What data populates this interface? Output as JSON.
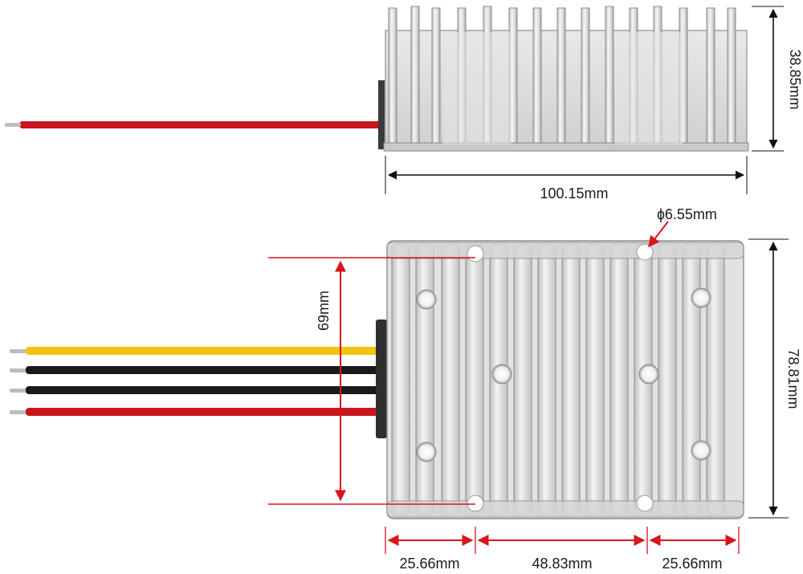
{
  "dimensions": {
    "side_height": "38.85mm",
    "side_length": "100.15mm",
    "hole_diameter": "ɸ6.55mm",
    "mount_spacing": "69mm",
    "top_width": "78.81mm",
    "left_offset": "25.66mm",
    "center_spacing": "48.83mm",
    "right_offset": "25.66mm"
  },
  "colors": {
    "wire_red": "#c8161d",
    "wire_yellow": "#f2c40f",
    "wire_black": "#1a1a1a",
    "dimension_red": "#d8141c",
    "dimension_black": "#111111",
    "aluminum_light": "#eeeeee",
    "aluminum_dark": "#9a9a9a"
  },
  "wires": [
    "red",
    "yellow",
    "black",
    "black",
    "red"
  ]
}
